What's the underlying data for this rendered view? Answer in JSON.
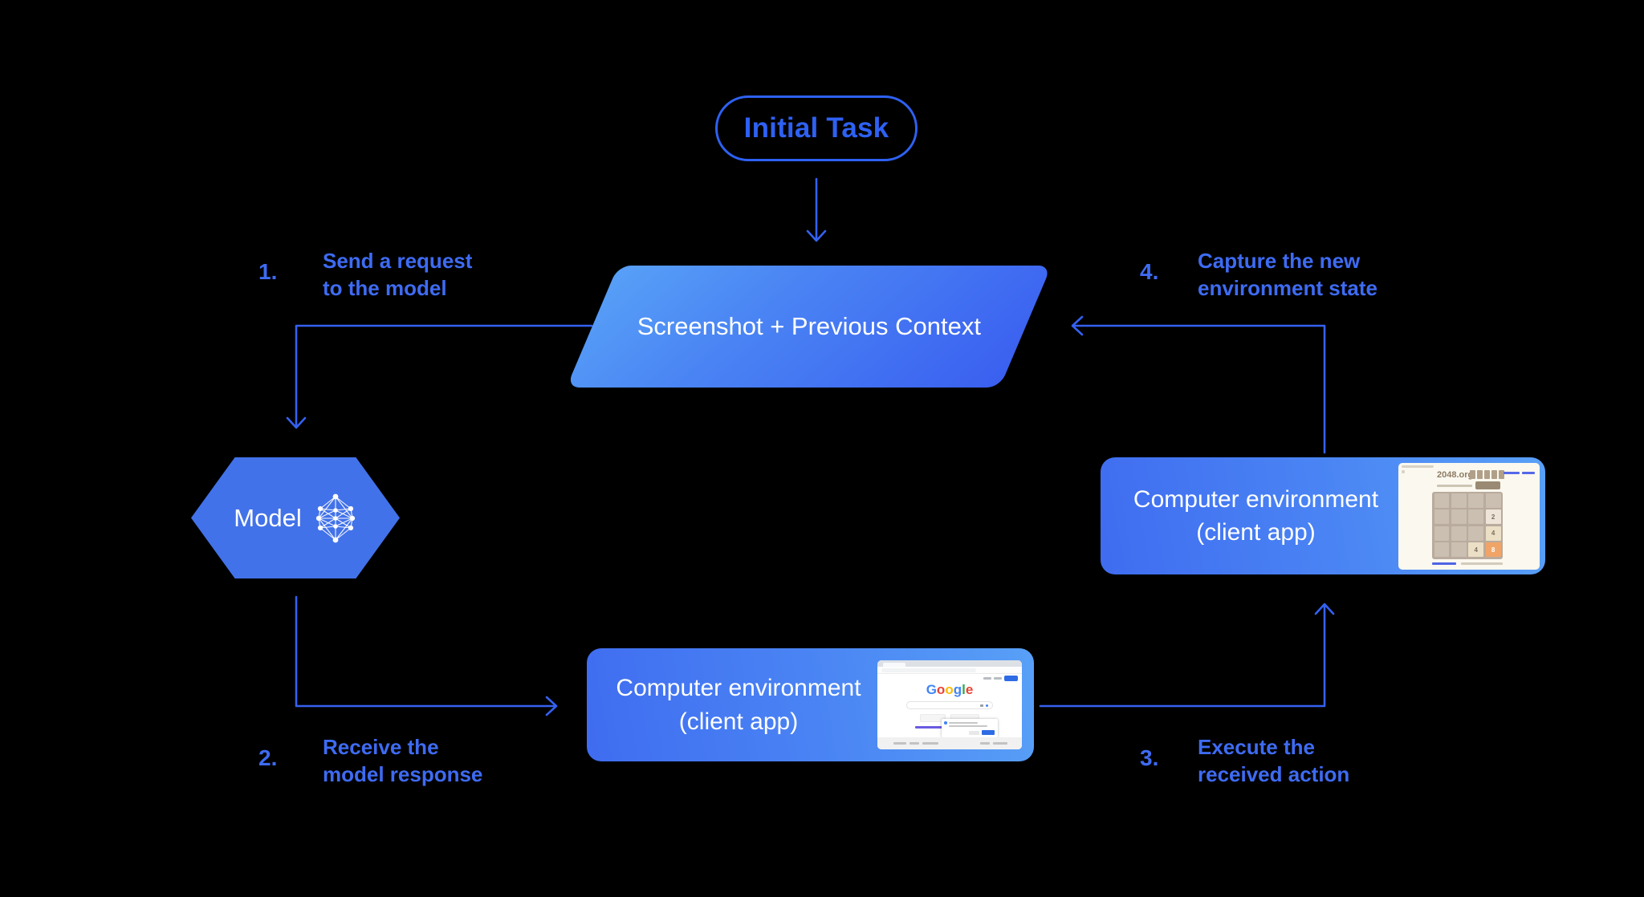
{
  "colors": {
    "background": "#000000",
    "accent_blue": "#2e61f2",
    "connector_blue": "#3561f0",
    "label_blue": "#3e6bf2",
    "hexagon_fill": "#4272e9",
    "gradient_light": "#57a0f7",
    "gradient_dark": "#3a5ff0",
    "tile_orange": "#f1a467",
    "google_blue": "#4285F4",
    "google_red": "#EA4335",
    "google_yellow": "#FBBC05",
    "google_green": "#34A853"
  },
  "nodes": {
    "initial_task": "Initial Task",
    "screenshot_context": "Screenshot + Previous Context",
    "model": "Model",
    "env_client_top": "Computer environment (client app)",
    "env_client_bottom": "Computer environment (client app)"
  },
  "steps": [
    {
      "number": "1.",
      "label": "Send a request\nto the model"
    },
    {
      "number": "2.",
      "label": "Receive the\nmodel response"
    },
    {
      "number": "3.",
      "label": "Execute the\nreceived action"
    },
    {
      "number": "4.",
      "label": "Capture the new\nenvironment state"
    }
  ],
  "mini_2048": {
    "site_title": "2048.org",
    "tiles": [
      {
        "value": "2"
      },
      {
        "value": "4"
      },
      {
        "value": "4"
      },
      {
        "value": "8"
      }
    ]
  },
  "mini_google": {
    "logo": [
      "G",
      "o",
      "o",
      "g",
      "l",
      "e"
    ]
  },
  "icons": {
    "model_network": "neural-network-icon"
  }
}
